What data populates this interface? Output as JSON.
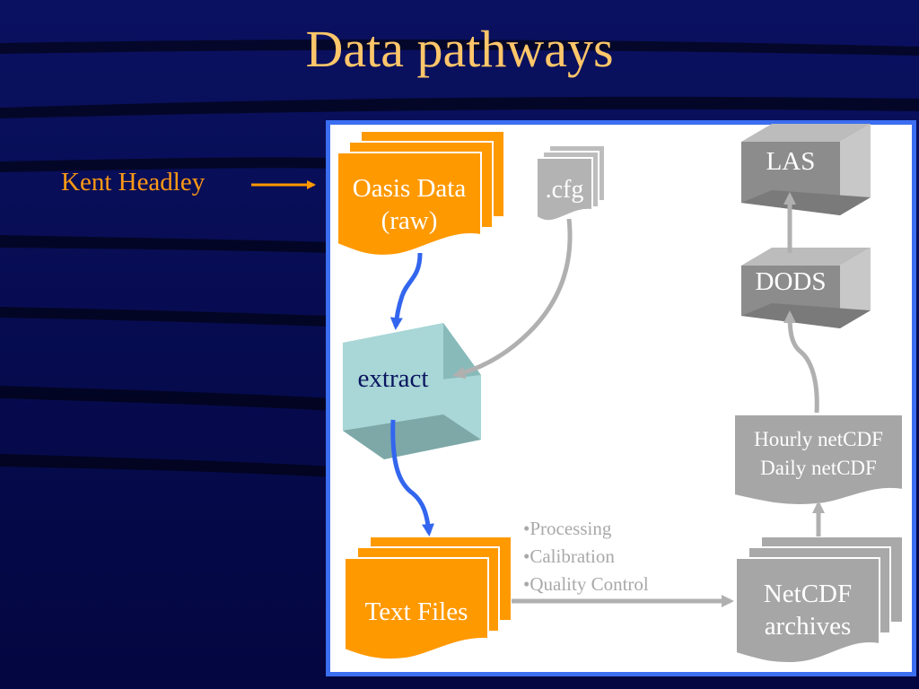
{
  "title": "Data pathways",
  "author": "Kent Headley",
  "nodes": {
    "oasis_line1": "Oasis Data",
    "oasis_line2": "(raw)",
    "cfg": ".cfg",
    "extract": "extract",
    "text_files": "Text Files",
    "netcdf_line1": "NetCDF",
    "netcdf_line2": "archives",
    "hourly": "Hourly netCDF",
    "daily": "Daily netCDF",
    "dods": "DODS",
    "las": "LAS"
  },
  "processing_steps": [
    "•Processing",
    "•Calibration",
    "•Quality Control"
  ],
  "colors": {
    "background": "#060a4a",
    "title": "#ffc66a",
    "author": "#ff9a14",
    "panel_border": "#3b6ef0",
    "orange_node": "#ff9900",
    "grey_node": "#a6a6a6",
    "extract_node": "#a9d6d6",
    "blue_arrow": "#3366ee",
    "grey_arrow": "#b0b0b0"
  }
}
